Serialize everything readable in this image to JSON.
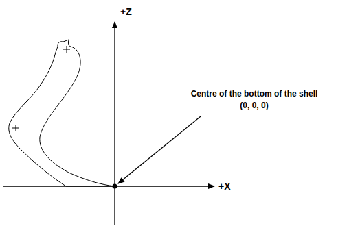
{
  "diagram": {
    "labels": [
      "+Z",
      "+X",
      "Centre of the bottom of the shell",
      "(0, 0, 0)"
    ]
  }
}
